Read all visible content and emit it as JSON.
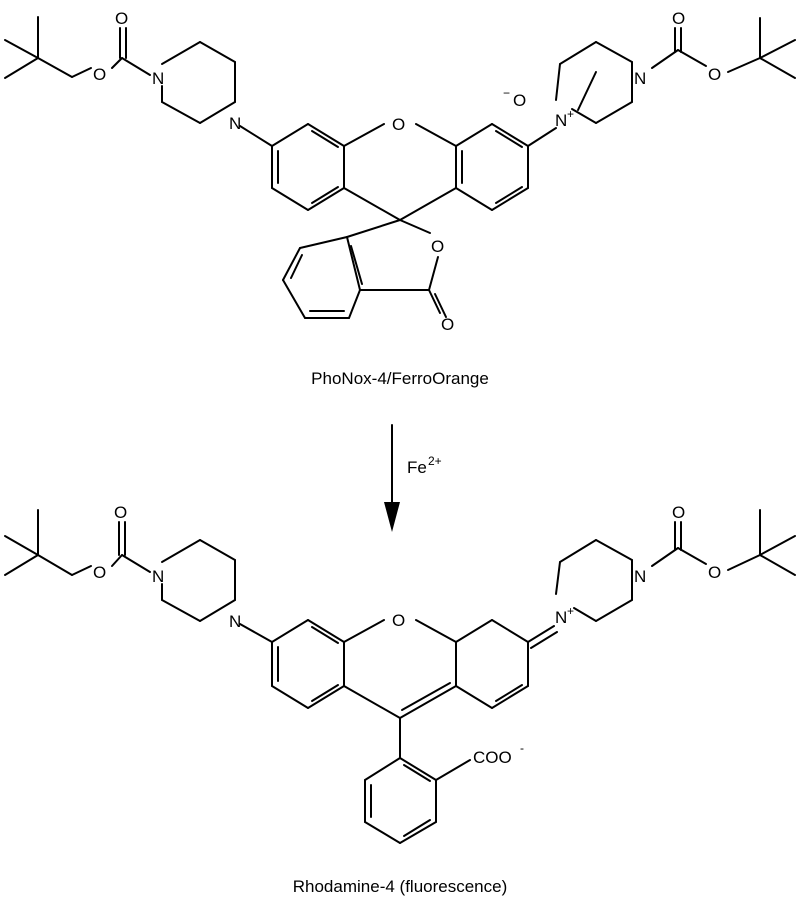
{
  "atoms": {
    "oxygen": "O",
    "nitrogen": "N",
    "plus": "+",
    "minus": "−",
    "carboxylate": "COO",
    "carboxylate_charge": "-"
  },
  "reagent": {
    "symbol": "Fe",
    "charge": "2+"
  },
  "labels": {
    "top": "PhoNox-4/FerroOrange",
    "bottom": "Rhodamine-4 (fluorescence)"
  },
  "colors": {
    "ink": "#000000",
    "background": "#ffffff"
  }
}
